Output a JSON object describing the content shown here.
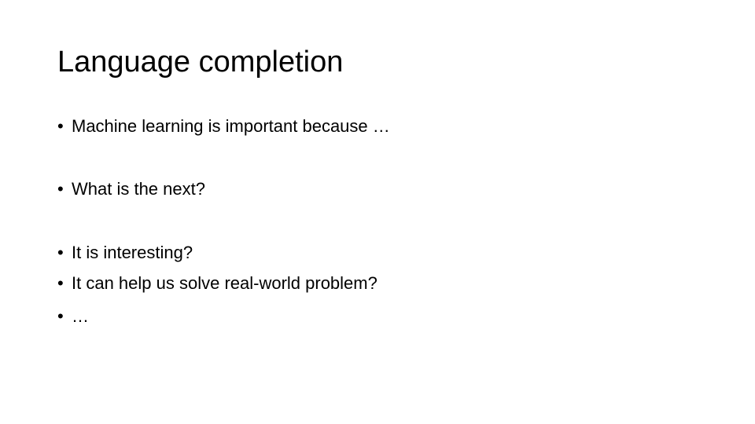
{
  "slide": {
    "title": "Language completion",
    "bullets": [
      {
        "marker": "•",
        "text": "Machine learning is important because …"
      },
      {
        "marker": "•",
        "text": "What is the next?"
      },
      {
        "marker": "•",
        "text": "It is interesting?"
      },
      {
        "marker": "•",
        "text": "It can help us solve real-world problem?"
      },
      {
        "marker": "•",
        "text": "…"
      }
    ]
  }
}
